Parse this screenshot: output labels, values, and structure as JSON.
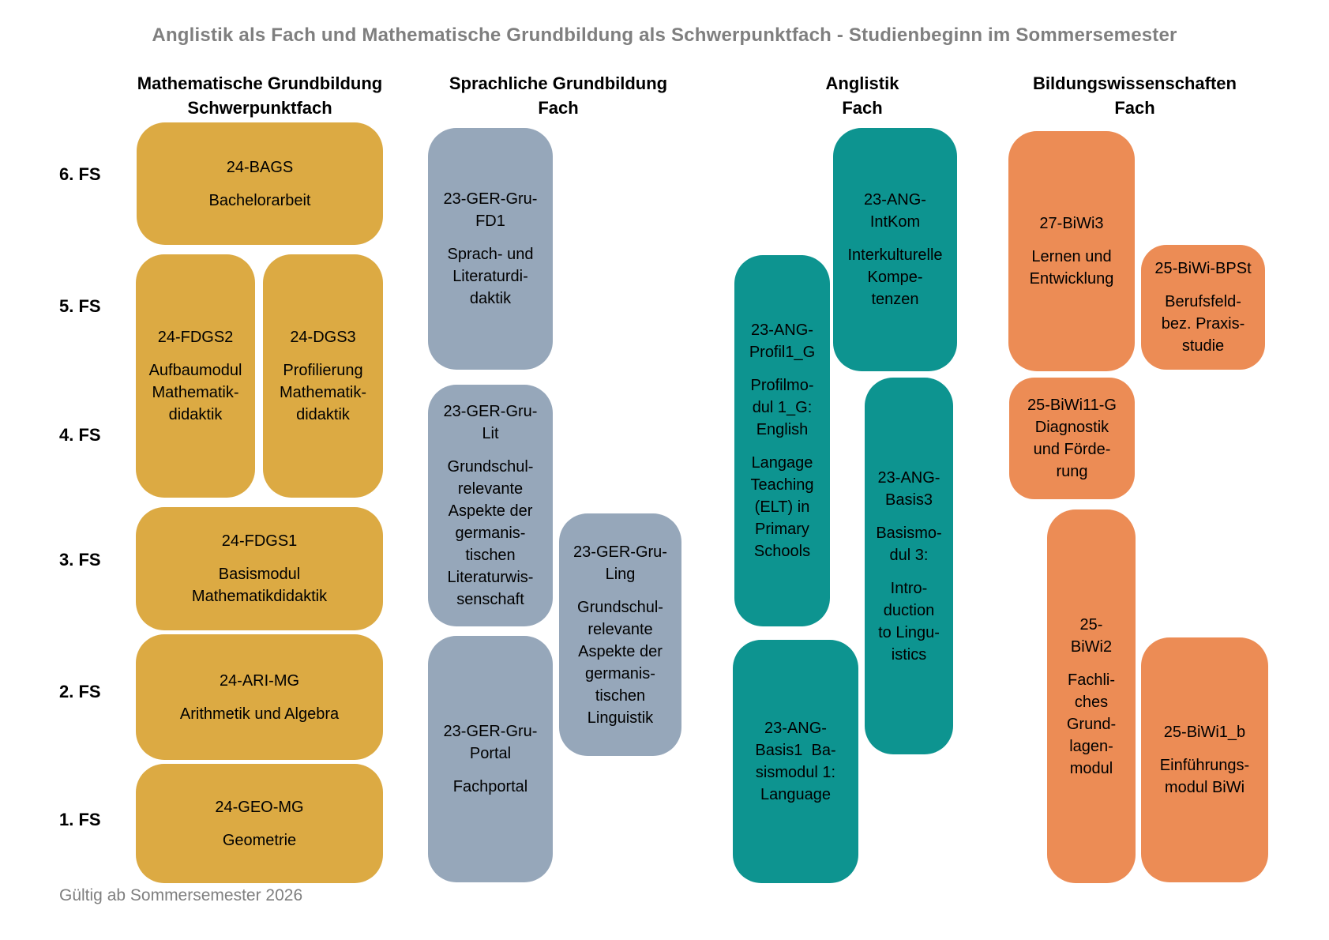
{
  "title": "Anglistik als Fach und Mathematische Grundbildung als Schwerpunktfach - Studienbeginn im Sommersemester",
  "footer": "Gültig ab Sommersemester 2026",
  "semesters": [
    "6. FS",
    "5. FS",
    "4. FS",
    "3. FS",
    "2. FS",
    "1. FS"
  ],
  "colors": {
    "gold": "#DCAA43",
    "slate": "#96A7BA",
    "teal": "#0D9490",
    "orange": "#EC8C55",
    "title_gray": "#7F7F7F"
  },
  "columns": [
    {
      "id": "mathematische-grundbildung",
      "header": "Mathematische Grundbildung\nSchwerpunktfach",
      "boxes": [
        {
          "code": "24-BAGS",
          "name": "Bachelorarbeit"
        },
        {
          "code": "24-FDGS2",
          "name": "Aufbaumodul\nMathematik-\ndidaktik"
        },
        {
          "code": "24-DGS3",
          "name": "Profilierung\nMathematik-\ndidaktik"
        },
        {
          "code": "24-FDGS1",
          "name": "Basismodul\nMathematikdidaktik"
        },
        {
          "code": "24-ARI-MG",
          "name": "Arithmetik und Algebra"
        },
        {
          "code": "24-GEO-MG",
          "name": "Geometrie"
        }
      ]
    },
    {
      "id": "sprachliche-grundbildung",
      "header": "Sprachliche Grundbildung\nFach",
      "boxes": [
        {
          "code": "23-GER-Gru-\nFD1",
          "name": "Sprach- und\nLiteraturdi-\ndaktik"
        },
        {
          "code": "23-GER-Gru-\nLit",
          "name": "Grundschul-\nrelevante\nAspekte der\ngermanis-\ntischen\nLiteraturwis-\nsenschaft"
        },
        {
          "code": "23-GER-Gru-\nLing",
          "name": "Grundschul-\nrelevante\nAspekte der\ngermanis-\ntischen\nLinguistik"
        },
        {
          "code": "23-GER-Gru-\nPortal",
          "name": "Fachportal"
        }
      ]
    },
    {
      "id": "anglistik",
      "header": "Anglistik\nFach",
      "boxes": [
        {
          "code": "23-ANG-\nIntKom",
          "name": "Interkulturelle\nKompe-\ntenzen"
        },
        {
          "code": "23-ANG-\nProfil1_G",
          "name": "Profilmo-\ndul 1_G:\nEnglish",
          "name2": "Langage\nTeaching\n(ELT) in\nPrimary\nSchools"
        },
        {
          "code": "23-ANG-\nBasis3",
          "name": "Basismo-\ndul 3:",
          "name2": "Intro-\nduction\nto Lingu-\nistics"
        },
        {
          "text": "23-ANG-\nBasis1  Ba-\nsismodul 1:\nLanguage"
        }
      ]
    },
    {
      "id": "bildungswissenschaften",
      "header": "Bildungswissenschaften\nFach",
      "boxes": [
        {
          "code": "27-BiWi3",
          "name": "Lernen und\nEntwicklung"
        },
        {
          "code": "25-BiWi-BPSt",
          "name": "Berufsfeld-\nbez. Praxis-\nstudie"
        },
        {
          "text": "25-BiWi11-G\nDiagnostik\nund Förde-\nrung"
        },
        {
          "code": "25-\nBiWi2",
          "name": "Fachli-\nches\nGrund-\nlagen-\nmodul"
        },
        {
          "code": "25-BiWi1_b",
          "name": "Einführungs-\nmodul BiWi"
        }
      ]
    }
  ]
}
